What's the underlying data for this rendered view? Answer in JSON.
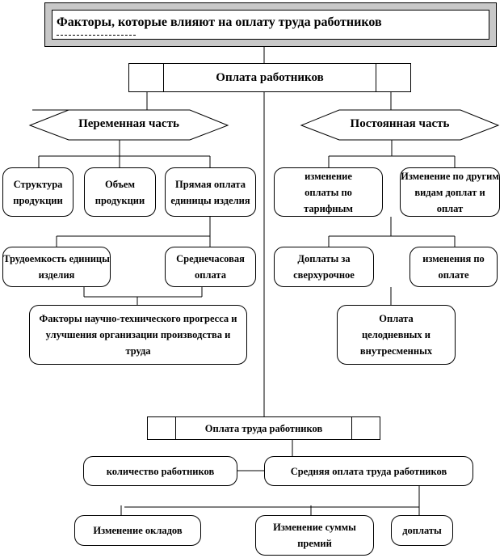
{
  "title": "Факторы, которые влияют на оплату труда работников",
  "root": "Оплата работников",
  "variable_part": {
    "label": "Переменная часть",
    "children": [
      "Структура продукции",
      "Объем продукции",
      "Прямая оплата единицы изделия"
    ],
    "sub_children": [
      "Трудоемкость единицы изделия",
      "Среднечасовая оплата"
    ],
    "bottom": "Факторы научно-технического прогресса и улучшения организации производства и труда"
  },
  "constant_part": {
    "label": "Постоянная часть",
    "children": [
      "изменение оплаты по тарифным",
      "Изменение по другим видам доплат и оплат"
    ],
    "sub_children": [
      "Доплаты за сверхурочное",
      "изменения по оплате"
    ],
    "bottom": "Оплата целодневных и внутресменных простоев"
  },
  "lower_root": "Оплата труда работников",
  "lower_children": [
    "количество работников",
    "Средняя оплата труда работников"
  ],
  "lower_leaves": [
    "Изменение окладов",
    "Изменение суммы премий",
    "доплаты"
  ]
}
